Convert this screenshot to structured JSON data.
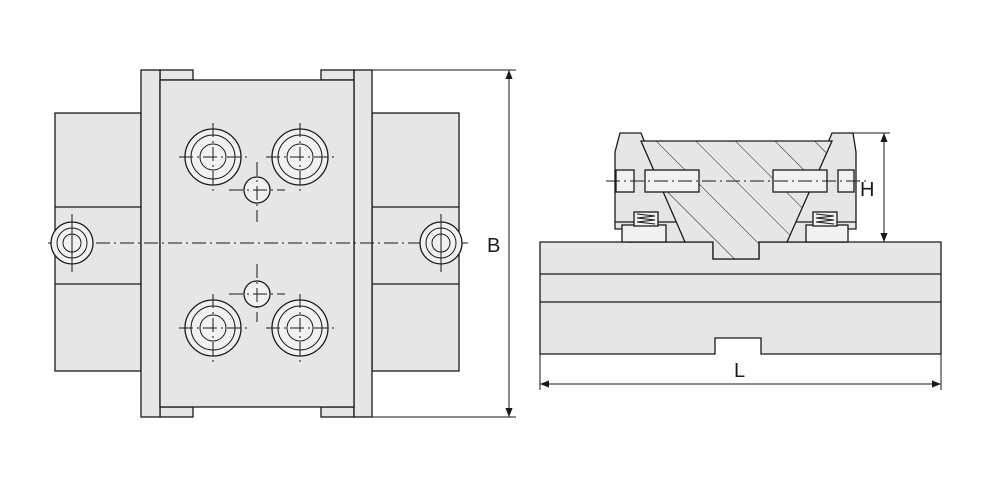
{
  "dimensions": {
    "width_label": "B",
    "height_label": "H",
    "length_label": "L"
  },
  "colors": {
    "fill": "#e6e6e6",
    "stroke": "#1a1a1a",
    "background": "#ffffff"
  }
}
